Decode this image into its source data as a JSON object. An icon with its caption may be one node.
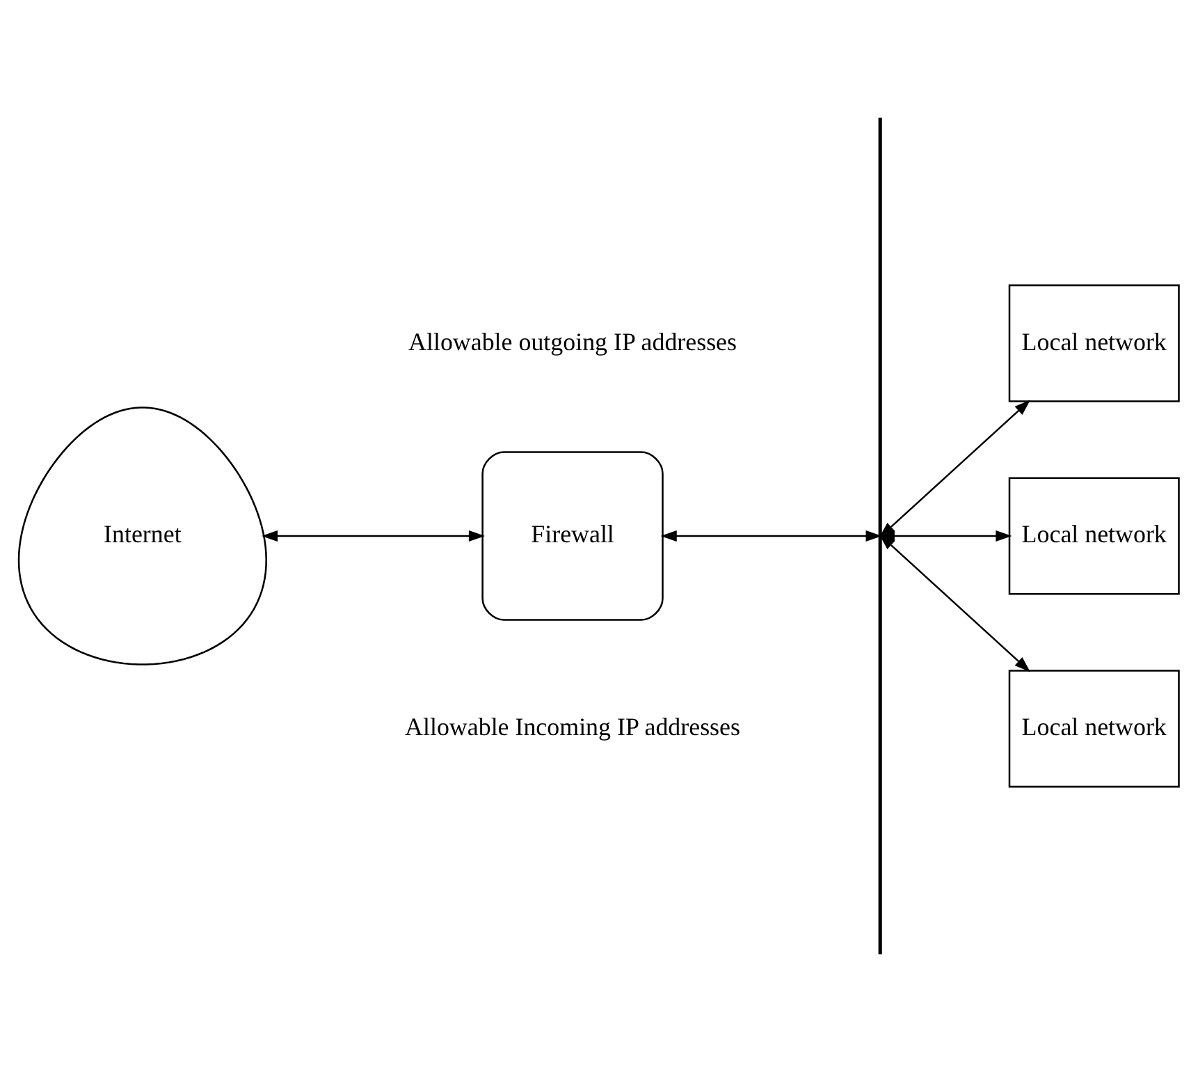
{
  "diagram": {
    "nodes": [
      {
        "text": [
          "Internet"
        ]
      },
      {
        "text": [
          "Firewall"
        ]
      },
      {
        "text": [],
        "shape": "bar"
      },
      {
        "text": [
          "Local network"
        ]
      },
      {
        "text": [
          "Local network"
        ]
      },
      {
        "text": [
          "Local network"
        ]
      }
    ],
    "edges": [
      {
        "from": 0,
        "to": 1,
        "arrow": "both"
      },
      {
        "from": 1,
        "to": 2,
        "arrow": "both"
      },
      {
        "from": 2,
        "to": 3,
        "arrow": "both"
      },
      {
        "from": 2,
        "to": 4,
        "arrow": "both"
      },
      {
        "from": 2,
        "to": 5,
        "arrow": "both"
      }
    ],
    "labels": [
      "Allowable outgoing IP addresses",
      "Allowable Incoming IP addresses"
    ]
  }
}
